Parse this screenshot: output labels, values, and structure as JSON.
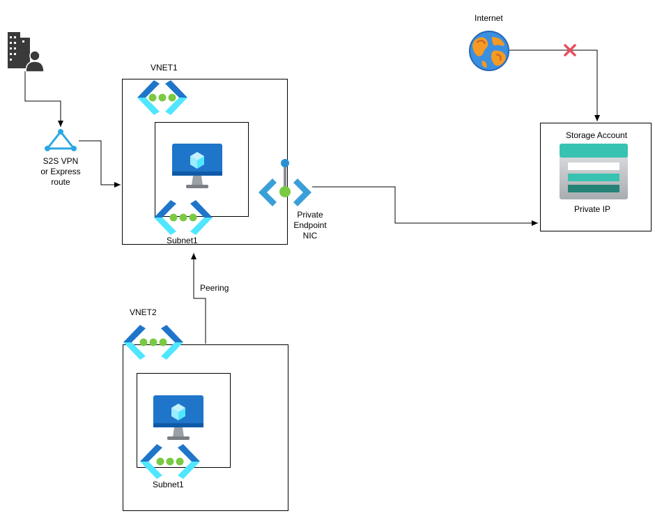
{
  "labels": {
    "internet": "Internet",
    "vpn_line1": "S2S VPN",
    "vpn_line2": "or Express",
    "vpn_line3": "route",
    "vnet1": "VNET1",
    "vnet1_subnet": "Subnet1",
    "private_endpoint_line1": "Private",
    "private_endpoint_line2": "Endpoint",
    "private_endpoint_line3": "NIC",
    "storage_account": "Storage Account",
    "private_ip": "Private IP",
    "peering": "Peering",
    "vnet2": "VNET2",
    "vnet2_subnet": "Subnet1"
  },
  "icons": {
    "onprem": "building-user-icon",
    "vpn": "vpn-gateway-icon",
    "internet": "globe-icon",
    "blocked": "blocked-x-icon",
    "vnet": "virtual-network-icon",
    "vm": "virtual-machine-icon",
    "private_endpoint": "private-endpoint-icon",
    "storage": "storage-account-icon"
  },
  "colors": {
    "azure_light_blue": "#50e6ff",
    "azure_blue": "#1f75c9",
    "green_dot": "#7ac943",
    "blocked_red": "#e8505b",
    "storage_teal": "#37c2b1",
    "storage_dark_teal": "#258277"
  }
}
